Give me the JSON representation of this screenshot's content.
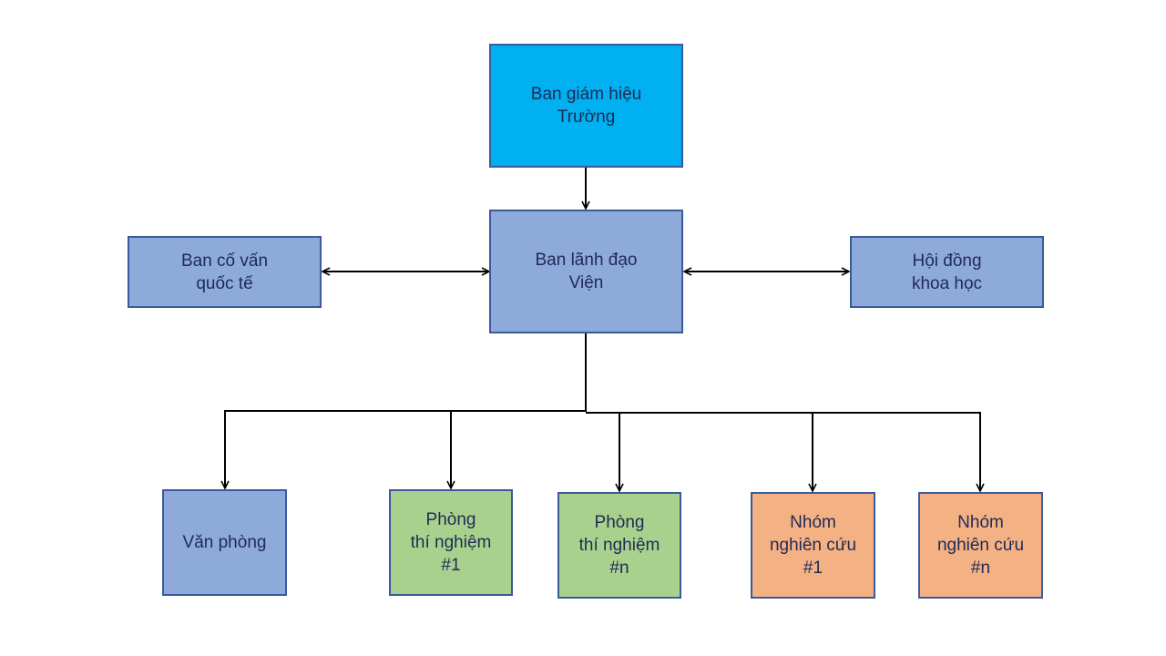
{
  "colors": {
    "top": "#00b0f0",
    "blue": "#8eaadb",
    "green": "#a9d18e",
    "orange": "#f4b183",
    "border": "#3a5a9c",
    "text": "#1f2a55",
    "connector": "#000000"
  },
  "nodes": {
    "ban_giam_hieu": {
      "lines": [
        "Ban giám hiệu",
        "Trường"
      ]
    },
    "ban_lanh_dao": {
      "lines": [
        "Ban lãnh đạo",
        "Viện"
      ]
    },
    "ban_co_van": {
      "lines": [
        "Ban cố vấn",
        "quốc tế"
      ]
    },
    "hoi_dong": {
      "lines": [
        "Hội đồng",
        "khoa học"
      ]
    },
    "van_phong": {
      "lines": [
        "Văn phòng"
      ]
    },
    "phong_tn_1": {
      "lines": [
        "Phòng",
        "thí nghiệm",
        "#1"
      ]
    },
    "phong_tn_n": {
      "lines": [
        "Phòng",
        "thí nghiệm",
        "#n"
      ]
    },
    "nhom_nc_1": {
      "lines": [
        "Nhóm",
        "nghiên cứu",
        "#1"
      ]
    },
    "nhom_nc_n": {
      "lines": [
        "Nhóm",
        "nghiên cứu",
        "#n"
      ]
    }
  }
}
